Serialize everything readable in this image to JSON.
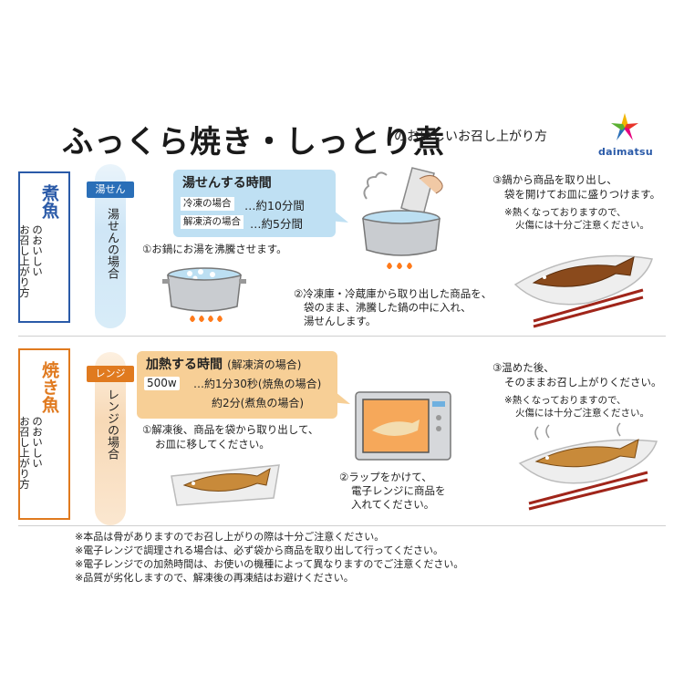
{
  "header": {
    "title": "ふっくら焼き・しっとり煮",
    "subtitle": "のおいしいお召し上がり方",
    "brand": "daimatsu"
  },
  "nizakana": {
    "side_title": "煮魚",
    "side_sub": [
      "のおいしい",
      "お召し上がり方"
    ],
    "tag": "湯せん",
    "pill": "湯せんの場合",
    "bubble_title": "湯せんする時間",
    "rows": [
      {
        "label": "冷凍の場合",
        "value": "…約10分間"
      },
      {
        "label": "解凍済の場合",
        "value": "…約5分間"
      }
    ],
    "step1": "①お鍋にお湯を沸騰させます。",
    "step2": [
      "②冷凍庫・冷蔵庫から取り出した商品を、",
      "袋のまま、沸騰した鍋の中に入れ、",
      "湯せんします。"
    ],
    "step3": [
      "③鍋から商品を取り出し、",
      "袋を開けてお皿に盛りつけます。"
    ],
    "note": [
      "※熱くなっておりますので、",
      "火傷には十分ご注意ください。"
    ]
  },
  "yakizakana": {
    "side_title": "焼き魚",
    "side_sub": [
      "のおいしい",
      "お召し上がり方"
    ],
    "tag": "レンジ",
    "pill": "レンジの場合",
    "bubble_title_main": "加熱する時間",
    "bubble_title_sub": "(解凍済の場合)",
    "watt": "500w",
    "time1": "…約1分30秒(焼魚の場合)",
    "time2": "約2分(煮魚の場合)",
    "step1": [
      "①解凍後、商品を袋から取り出して、",
      "お皿に移してください。"
    ],
    "step2": [
      "②ラップをかけて、",
      "電子レンジに商品を",
      "入れてください。"
    ],
    "step3": [
      "③温めた後、",
      "そのままお召し上がりください。"
    ],
    "note": [
      "※熱くなっておりますので、",
      "火傷には十分ご注意ください。"
    ]
  },
  "footer": [
    "※本品は骨がありますのでお召し上がりの際は十分ご注意ください。",
    "※電子レンジで調理される場合は、必ず袋から商品を取り出して行ってください。",
    "※電子レンジでの加熱時間は、お使いの機種によって異なりますのでご注意ください。",
    "※品質が劣化しますので、解凍後の再凍結はお避けください。"
  ],
  "colors": {
    "blue": "#2a5aa8",
    "orange": "#e07a1f",
    "bubble_blue": "#bfe0f3",
    "bubble_orange": "#f7cf96"
  }
}
